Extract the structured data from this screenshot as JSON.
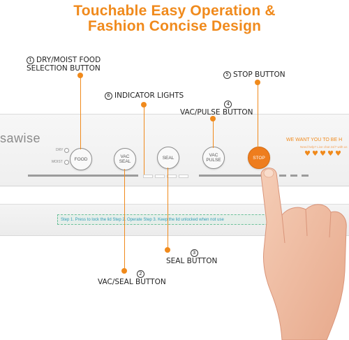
{
  "headline": {
    "line1": "Touchable Easy Operation &",
    "line2": "Fashion Concise Design"
  },
  "brand": "sawise",
  "modes": {
    "dry": "DRY",
    "moist": "MOIST"
  },
  "buttons": [
    {
      "id": "food",
      "label_l1": "FOOD",
      "label_l2": ""
    },
    {
      "id": "vacseal",
      "label_l1": "VAC",
      "label_l2": "SEAL"
    },
    {
      "id": "seal",
      "label_l1": "SEAL",
      "label_l2": ""
    },
    {
      "id": "vacpulse",
      "label_l1": "VAC",
      "label_l2": "PULSE"
    },
    {
      "id": "stop",
      "label_l1": "STOP",
      "label_l2": ""
    }
  ],
  "promo": {
    "title": "WE WANT YOU TO BE H",
    "subtitle": "Need help? Live chat 24/7 with us"
  },
  "steps_text": "Step 1. Press to lock the lid   Step 2. Operate   Step 3. Keep the lid unlocked when not use",
  "callouts": {
    "c1": {
      "num": "1",
      "line1": "DRY/MOIST FOOD",
      "line2": "SELECTION BUTTON"
    },
    "c6": {
      "num": "6",
      "line1": "INDICATOR LIGHTS"
    },
    "c4": {
      "num": "4",
      "line1": "",
      "line2": "VAC/PULSE BUTTON"
    },
    "c5": {
      "num": "5",
      "line1": "STOP BUTTON"
    },
    "c3": {
      "num": "3",
      "line1": "",
      "line2": "SEAL BUTTON"
    },
    "c2": {
      "num": "2",
      "line1": "",
      "line2": "VAC/SEAL BUTTON"
    }
  },
  "colors": {
    "accent": "#f08a1c",
    "stop_button": "#ee7d1e",
    "steps_text": "#2f9bb8"
  }
}
